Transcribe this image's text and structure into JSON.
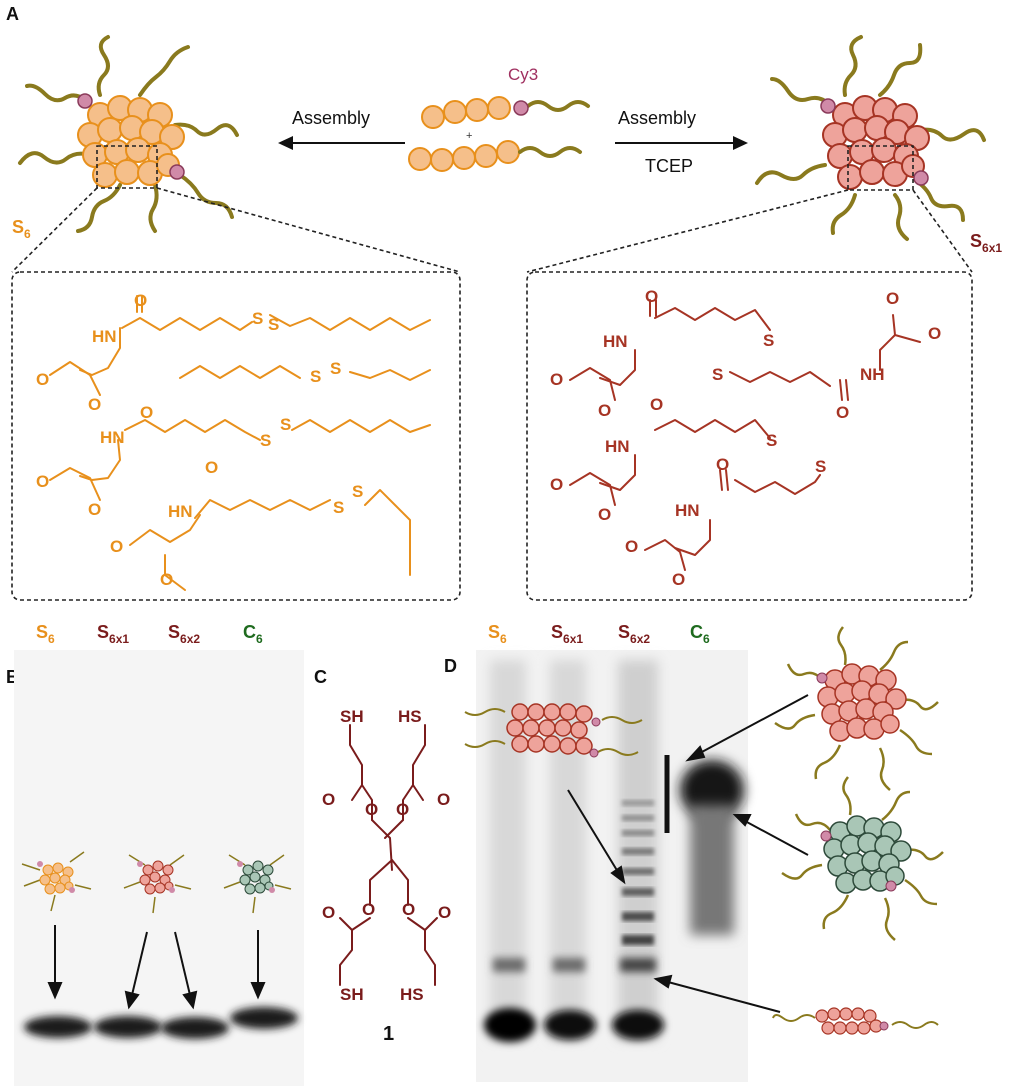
{
  "panels": {
    "a": "A",
    "b": "B",
    "c": "C",
    "d": "D"
  },
  "top": {
    "dye_label": "Cy3",
    "plus": "+",
    "left_arrow_label": "Assembly",
    "right_arrow_label_top": "Assembly",
    "right_arrow_label_bottom": "TCEP",
    "left_particle": {
      "main": "S",
      "sub": "6"
    },
    "right_particle": {
      "main": "S",
      "sub": "6x1"
    }
  },
  "chem_left": {
    "amide_o": "O",
    "nh": "HN",
    "s": "S",
    "o": "O"
  },
  "chem_right": {
    "amide_o": "O",
    "nh": "HN",
    "nh_rev": "NH",
    "s": "S",
    "o": "O"
  },
  "gel_b": {
    "lanes": [
      {
        "main": "S",
        "sub": "6",
        "color": "#e8901c"
      },
      {
        "main": "S",
        "sub": "6x1",
        "color": "#7a1c1c"
      },
      {
        "main": "S",
        "sub": "6x2",
        "color": "#7a1c1c"
      },
      {
        "main": "C",
        "sub": "6",
        "color": "#1f6b1f"
      }
    ]
  },
  "compound_c": {
    "label": "1",
    "sh": "SH",
    "hs": "HS",
    "o": "O"
  },
  "gel_d": {
    "lanes": [
      {
        "main": "S",
        "sub": "6",
        "color": "#e8901c"
      },
      {
        "main": "S",
        "sub": "6x1",
        "color": "#7a1c1c"
      },
      {
        "main": "S",
        "sub": "6x2",
        "color": "#7a1c1c"
      },
      {
        "main": "C",
        "sub": "6",
        "color": "#1f6b1f"
      }
    ]
  },
  "colors": {
    "orange": "#e8901c",
    "red": "#a63424",
    "dark_red": "#7a1c1c",
    "green": "#1f6b1f",
    "dna_strand": "#8a7a1e",
    "cy3_dye": "#c07090"
  }
}
